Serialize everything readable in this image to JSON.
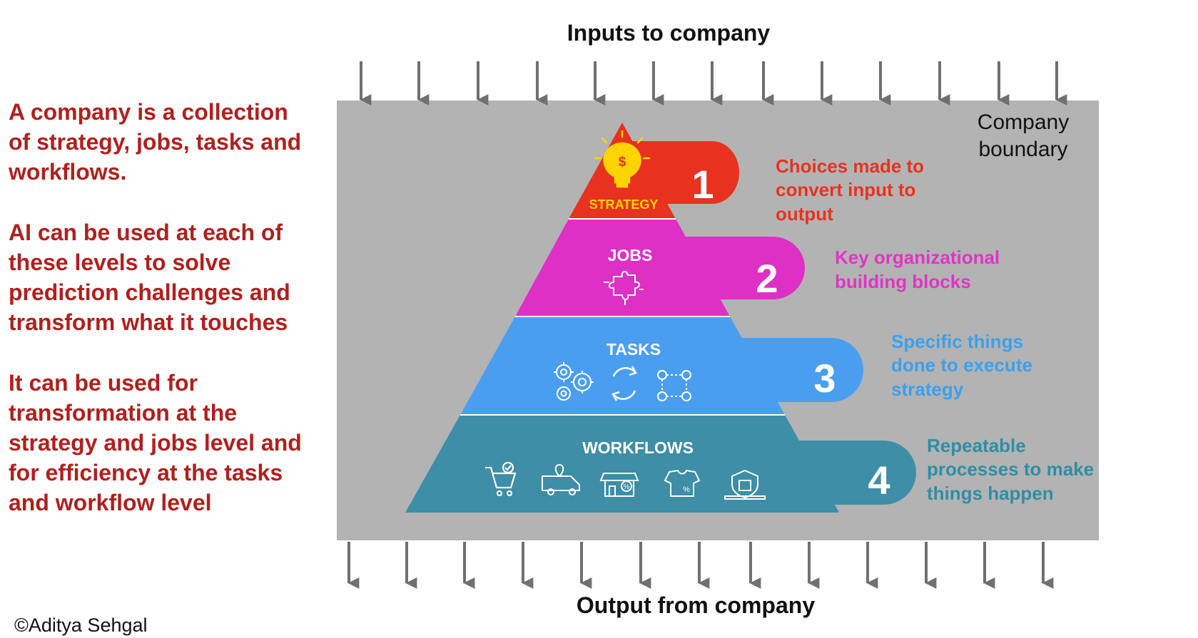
{
  "diagram": {
    "inputs_label": "Inputs to company",
    "output_label": "Output from company",
    "boundary_label": [
      "Company",
      "boundary"
    ],
    "levels": [
      {
        "number": "1",
        "name": "STRATEGY",
        "description": [
          "Choices made to",
          "convert input to",
          "output"
        ],
        "color": "#e8321f",
        "text_color": "#e8321f",
        "label_color": "#ffd400"
      },
      {
        "number": "2",
        "name": "JOBS",
        "description": [
          "Key  organizational",
          "building blocks"
        ],
        "color": "#de30c4",
        "text_color": "#e233c7",
        "label_color": "#ffffff"
      },
      {
        "number": "3",
        "name": "TASKS",
        "description": [
          "Specific things",
          "done to execute",
          "strategy"
        ],
        "color": "#4a9ef0",
        "text_color": "#3aa0ee",
        "label_color": "#ffffff"
      },
      {
        "number": "4",
        "name": "WORKFLOWS",
        "description": [
          "Repeatable",
          "processes to make",
          "things happen"
        ],
        "color": "#3d8ea6",
        "text_color": "#2e8ea6",
        "label_color": "#ffffff"
      }
    ],
    "icons": {
      "strategy": [
        "lightbulb-dollar-icon"
      ],
      "jobs": [
        "puzzle-piece-icon"
      ],
      "tasks": [
        "gears-icon",
        "refresh-cycle-icon",
        "process-nodes-icon"
      ],
      "workflows": [
        "shopping-cart-icon",
        "delivery-van-icon",
        "storefront-discount-icon",
        "tshirt-discount-icon",
        "secure-store-icon"
      ]
    },
    "colors": {
      "boundary": "#b3b3b3",
      "arrow": "#707070"
    }
  },
  "left_text": {
    "paragraphs": [
      "A company is a collection of strategy, jobs, tasks and workflows.",
      "AI can be used at each of these levels to solve prediction challenges and transform what it touches",
      "It can be used for transformation at the strategy and jobs level and for efficiency at the tasks and workflow level"
    ]
  },
  "copyright": "©Aditya Sehgal"
}
